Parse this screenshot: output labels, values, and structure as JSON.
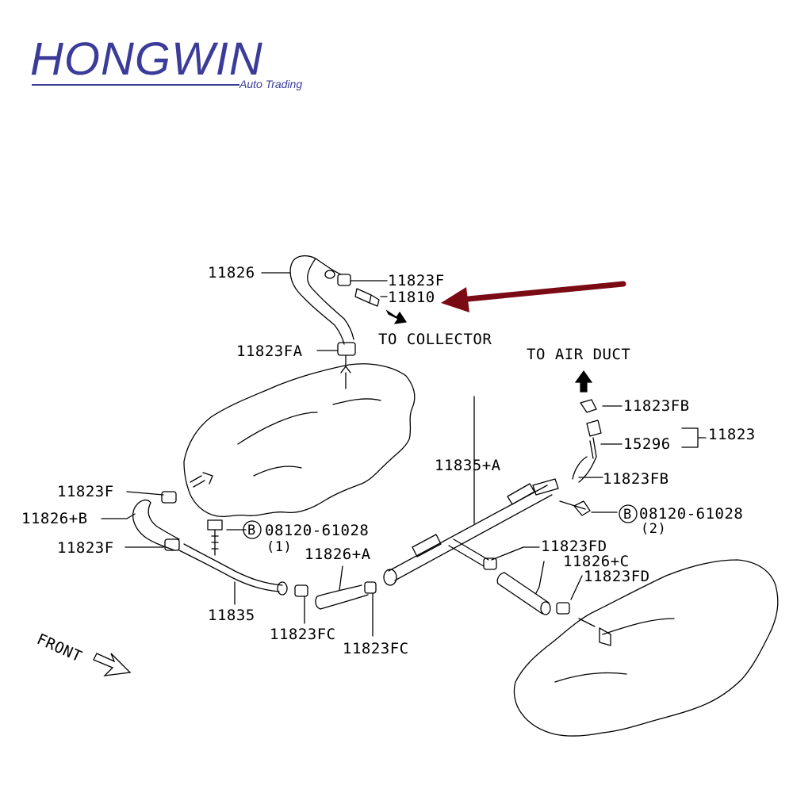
{
  "logo": {
    "brand": "HONGWIN",
    "tagline": "Auto Trading"
  },
  "labels": {
    "p11826": "11826",
    "p11823F_top": "11823F",
    "p11810": "11810",
    "to_collector": "TO COLLECTOR",
    "p11823FA": "11823FA",
    "to_air_duct": "TO AIR DUCT",
    "p11823FB_top": "11823FB",
    "p11823": "11823",
    "p15296": "15296",
    "p11835A": "11835+A",
    "p11823FB_mid": "11823FB",
    "p11823F_left": "11823F",
    "p11826B": "11826+B",
    "bolt_left_code": "08120-61028",
    "bolt_left_qty": "(1)",
    "bolt_right_code": "08120-61028",
    "bolt_right_qty": "(2)",
    "bolt_marker": "B",
    "p11823F_lower": "11823F",
    "p11826A": "11826+A",
    "p11823FD_top": "11823FD",
    "p11826C": "11826+C",
    "p11823FD_low": "11823FD",
    "p11835": "11835",
    "p11823FC_left": "11823FC",
    "p11823FC_right": "11823FC",
    "front": "FRONT"
  },
  "colors": {
    "brand": "#3b3b9a",
    "pointer_arrow": "#7a0a14",
    "line": "#000000"
  }
}
